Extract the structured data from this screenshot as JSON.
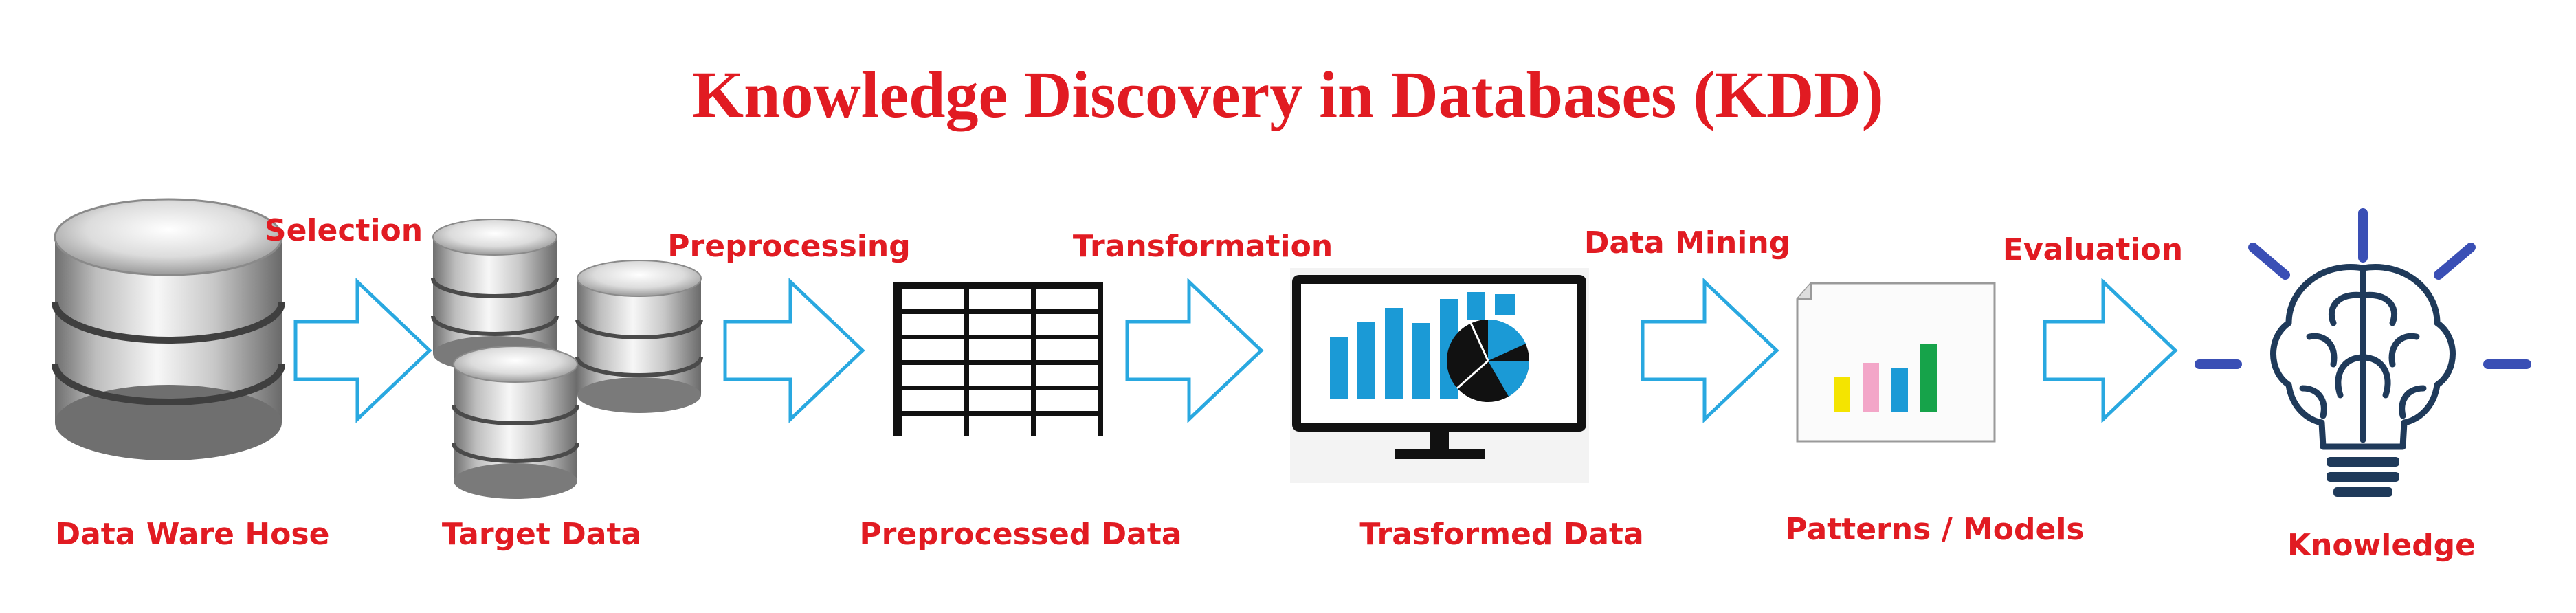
{
  "title": "Knowledge Discovery in Databases (KDD)",
  "colors": {
    "title": "#e11b22",
    "label": "#e11b22",
    "arrow": "#29a8e0",
    "chart_blue": "#1b9ad6",
    "bulb_blue": "#3a4fb5"
  },
  "stages": [
    {
      "label": "Data Ware Hose",
      "icon": "database-icon"
    },
    {
      "label": "Target Data",
      "icon": "database-cluster-icon"
    },
    {
      "label": "Preprocessed Data",
      "icon": "table-grid-icon"
    },
    {
      "label": "Trasformed Data",
      "icon": "monitor-chart-icon"
    },
    {
      "label": "Patterns / Models",
      "icon": "document-chart-icon"
    },
    {
      "label": "Knowledge",
      "icon": "brain-lightbulb-icon"
    }
  ],
  "steps": [
    {
      "label": "Selection"
    },
    {
      "label": "Preprocessing"
    },
    {
      "label": "Transformation"
    },
    {
      "label": "Data Mining"
    },
    {
      "label": "Evaluation"
    }
  ]
}
